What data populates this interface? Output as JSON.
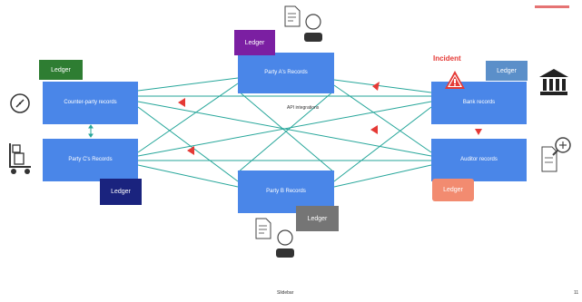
{
  "nodes": {
    "counterparty": "Counter-party records",
    "party_c": "Party C's Records",
    "party_a": "Party A's Records",
    "party_b": "Party B Records",
    "bank": "Bank records",
    "auditor": "Auditor records"
  },
  "ledger_label": "Ledger",
  "ledger_colors": {
    "counterparty": "#2e7d32",
    "party_a": "#7b1fa2",
    "party_c": "#1a237e",
    "party_b": "#757575",
    "bank": "#5b8fc9",
    "auditor": "#f28b70"
  },
  "incident_label": "Incident",
  "api_label": "API integrations",
  "footer_label": "Slidebar",
  "page_number": "11",
  "colors": {
    "box": "#4a86e8",
    "connection": "#26a69a",
    "arrow": "#e53935",
    "incident": "#e53935",
    "accent_bar": "#e57373"
  },
  "icons": [
    "compass-icon",
    "cart-icon",
    "document-icon",
    "user-icon",
    "bank-icon",
    "magnify-document-icon",
    "warning-icon"
  ]
}
